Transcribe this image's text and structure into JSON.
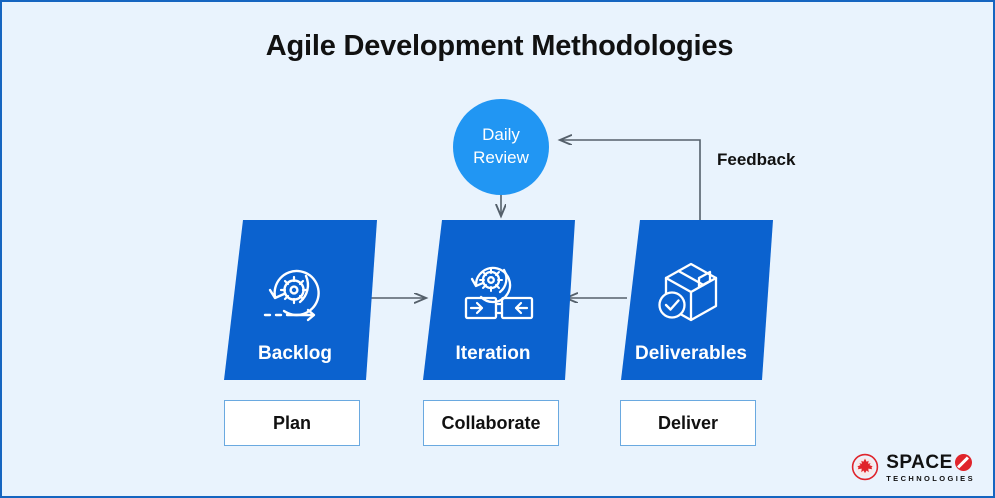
{
  "page": {
    "title": "Agile Development Methodologies",
    "background_color": "#e9f3fd",
    "border_color": "#1565c0"
  },
  "colors": {
    "circle_blue": "#2196f3",
    "stage_blue": "#0b62cf",
    "arrow_gray": "#55606b",
    "text_dark": "#111111",
    "pill_border": "#6aa9e0",
    "logo_red": "#e0242b"
  },
  "cycle_node": {
    "name": "daily-review",
    "line1": "Daily",
    "line2": "Review"
  },
  "stages": [
    {
      "id": "backlog",
      "label": "Backlog",
      "icon": "gear-cycle-icon",
      "pill": "Plan"
    },
    {
      "id": "iteration",
      "label": "Iteration",
      "icon": "gear-merge-arrows-icon",
      "pill": "Collaborate"
    },
    {
      "id": "deliverables",
      "label": "Deliverables",
      "icon": "package-check-icon",
      "pill": "Deliver"
    }
  ],
  "connectors": {
    "feedback_label": "Feedback",
    "backlog_to_iteration": "arrow-right",
    "deliverables_to_iteration": "arrow-left",
    "review_to_iteration": "arrow-down",
    "deliverables_to_review": "feedback-loop"
  },
  "logo": {
    "name": "space-o-technologies-logo",
    "main": "SPACE",
    "sub": "TECHNOLOGIES",
    "badge": "maple-leaf-badge"
  }
}
